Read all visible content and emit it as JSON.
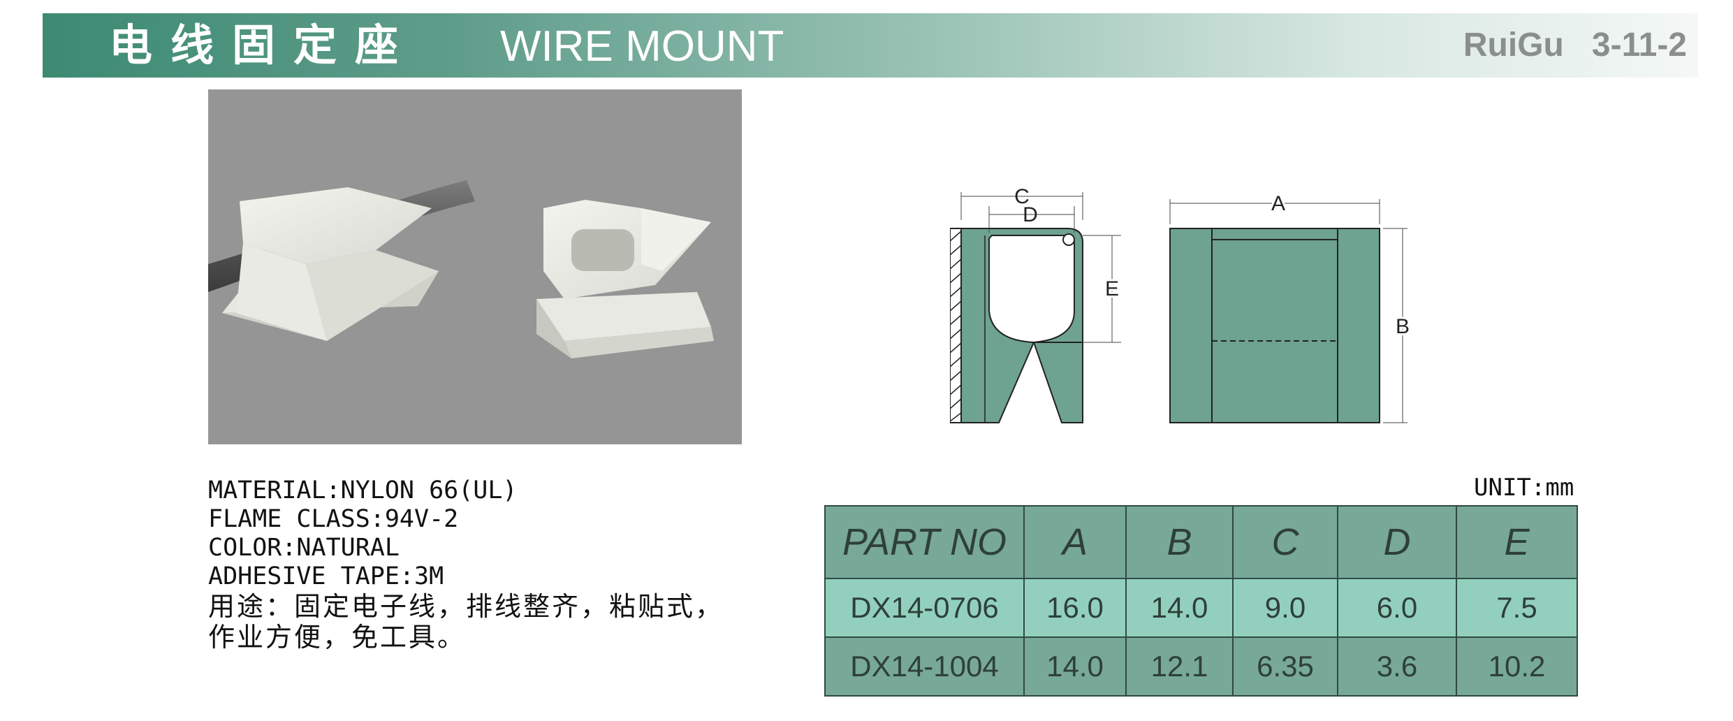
{
  "header": {
    "title_cn": "电线固定座",
    "title_en": "WIRE MOUNT",
    "brand": "RuiGu",
    "page_code": "3-11-2"
  },
  "photo": {
    "description_icon": "wire-mount-photo"
  },
  "drawing": {
    "labels": {
      "A": "A",
      "B": "B",
      "C": "C",
      "D": "D",
      "E": "E"
    },
    "fill_color": "#6ea291"
  },
  "specs": {
    "material": "MATERIAL:NYLON 66(UL)",
    "flame": "FLAME CLASS:94V-2",
    "color": "COLOR:NATURAL",
    "tape": "ADHESIVE TAPE:3M",
    "usage_line1": "用途：固定电子线，排线整齐，粘贴式，",
    "usage_line2": "作业方便，免工具。"
  },
  "unit": "UNIT:mm",
  "table": {
    "headers": [
      "PART NO",
      "A",
      "B",
      "C",
      "D",
      "E"
    ],
    "rows": [
      [
        "DX14-0706",
        "16.0",
        "14.0",
        "9.0",
        "6.0",
        "7.5"
      ],
      [
        "DX14-1004",
        "14.0",
        "12.1",
        "6.35",
        "3.6",
        "10.2"
      ]
    ]
  },
  "colors": {
    "header_dark": "#3d8a72",
    "row_light": "#92d0bd",
    "row_dark": "#77a898"
  }
}
